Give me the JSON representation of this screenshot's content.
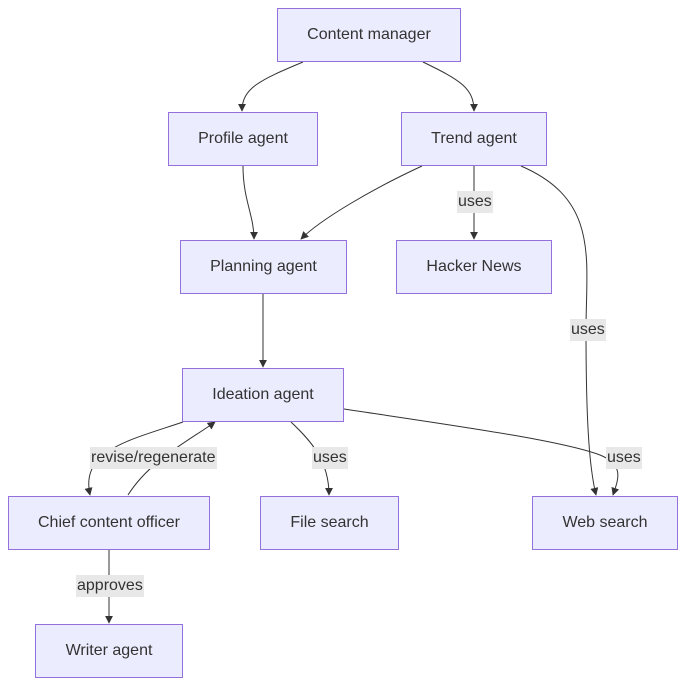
{
  "nodes": {
    "content_manager": "Content manager",
    "profile_agent": "Profile agent",
    "trend_agent": "Trend agent",
    "planning_agent": "Planning agent",
    "hacker_news": "Hacker News",
    "ideation_agent": "Ideation agent",
    "chief_content_officer": "Chief content officer",
    "file_search": "File search",
    "web_search": "Web search",
    "writer_agent": "Writer agent"
  },
  "edge_labels": {
    "trend_hn": "uses",
    "trend_web": "uses",
    "cco_ideation": "revise/regenerate",
    "ideation_file": "uses",
    "ideation_web": "uses",
    "cco_writer": "approves"
  },
  "colors": {
    "node_fill": "#ececff",
    "node_border": "#9370db",
    "edge": "#333333",
    "label_bg": "#e8e8e8"
  }
}
